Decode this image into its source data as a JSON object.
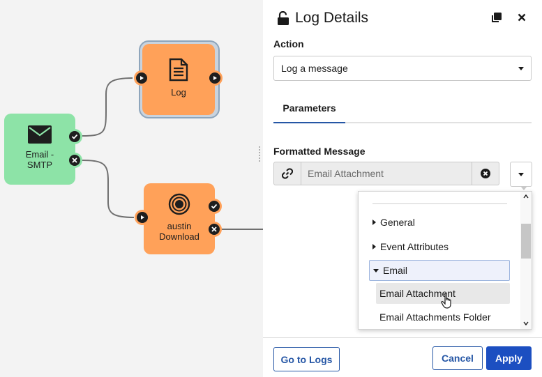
{
  "canvas": {
    "nodes": {
      "email": {
        "label": "Email -\nSMTP"
      },
      "log": {
        "label": "Log"
      },
      "austin": {
        "label": "austin\nDownload"
      }
    }
  },
  "panel": {
    "title": "Log Details",
    "action": {
      "label": "Action",
      "value": "Log a message"
    },
    "tabs": [
      {
        "label": "Parameters"
      }
    ],
    "formatted_message": {
      "label": "Formatted Message",
      "value": "Email Attachment"
    },
    "dropdown": {
      "items": [
        {
          "label": "General"
        },
        {
          "label": "Event Attributes"
        },
        {
          "label": "Email"
        },
        {
          "label": "Email Attachment"
        },
        {
          "label": "Email Attachments Folder"
        }
      ]
    },
    "footer": {
      "go_to_logs": "Go to Logs",
      "cancel": "Cancel",
      "apply": "Apply"
    }
  },
  "colors": {
    "email_node": "#8de3a7",
    "action_node": "#ffa159",
    "primary": "#1c4fc1",
    "outline": "#2556a5"
  }
}
